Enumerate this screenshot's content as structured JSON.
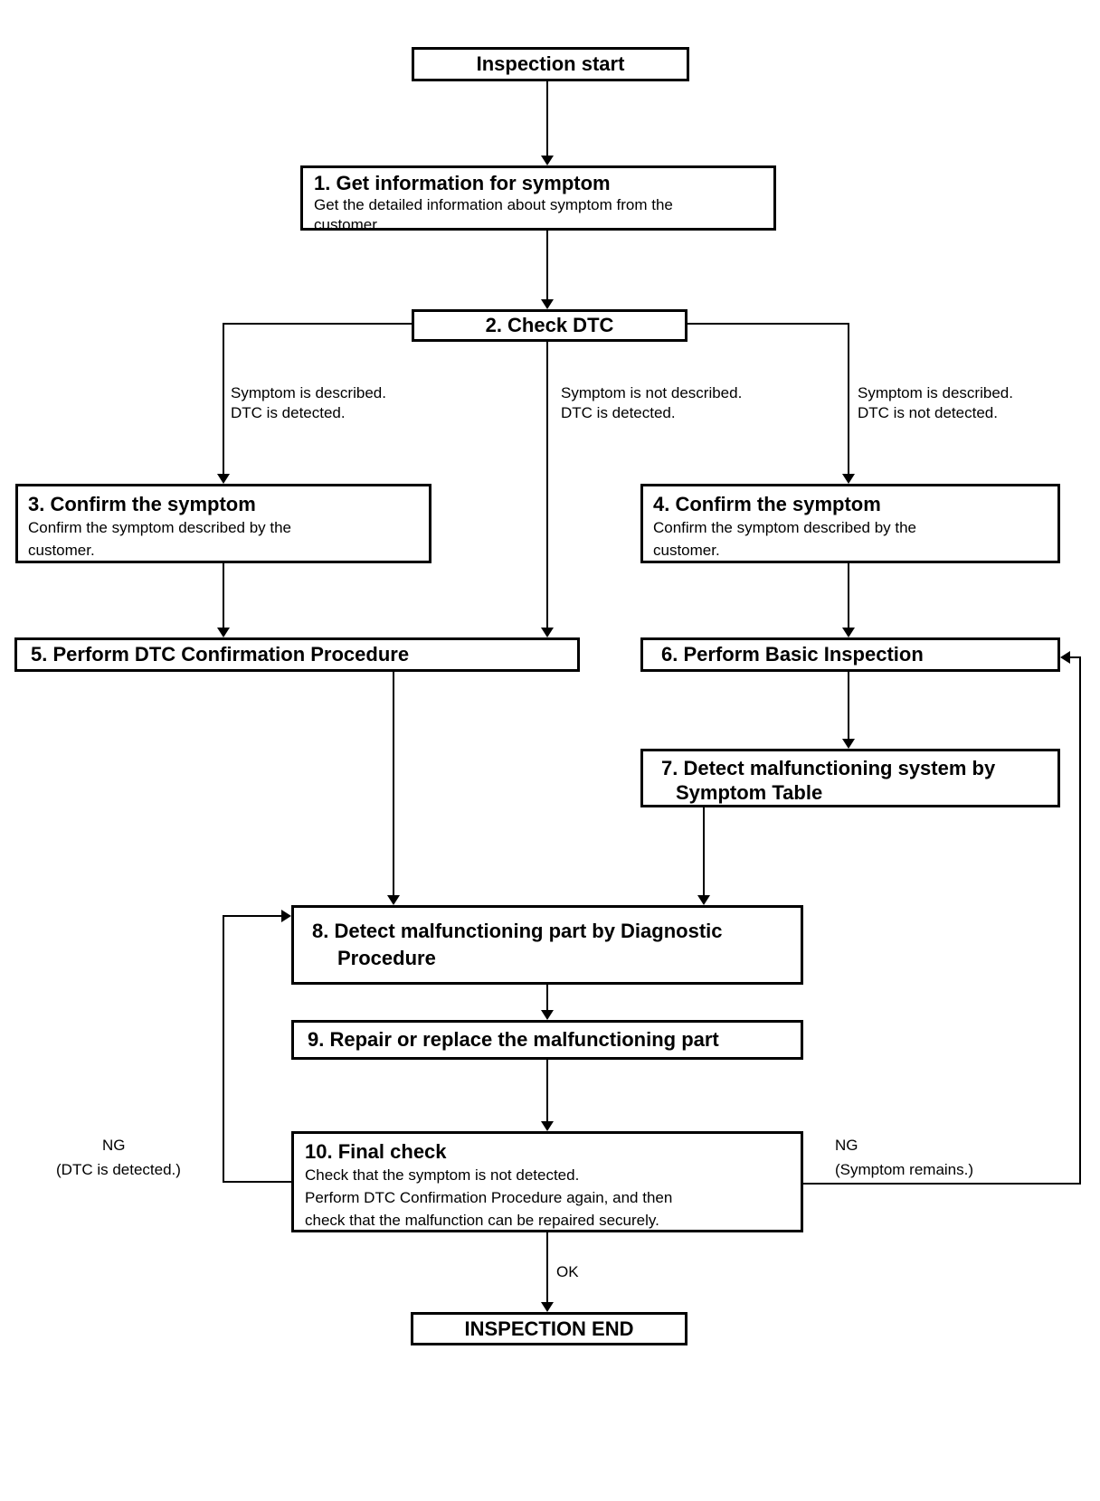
{
  "colors": {
    "ink": "#000000",
    "paper": "#ffffff"
  },
  "diagram": {
    "type": "flowchart",
    "nodes": {
      "start": {
        "label": "Inspection start"
      },
      "s1": {
        "title": "1. Get information for symptom",
        "body_line1": "Get the detailed information about symptom from the",
        "body_line2": "customer."
      },
      "s2": {
        "title": "2. Check DTC"
      },
      "s3": {
        "title": "3. Confirm the symptom",
        "body_line1": "Confirm the symptom described by the",
        "body_line2": "customer."
      },
      "s4": {
        "title": "4. Confirm the symptom",
        "body_line1": "Confirm the symptom described by the",
        "body_line2": "customer."
      },
      "s5": {
        "title": "5. Perform DTC Confirmation Procedure"
      },
      "s6": {
        "title": "6. Perform Basic Inspection"
      },
      "s7": {
        "title_line1": "7. Detect malfunctioning system by",
        "title_line2": "Symptom Table"
      },
      "s8": {
        "title_line1": "8. Detect malfunctioning part by Diagnostic",
        "title_line2": "Procedure"
      },
      "s9": {
        "title": "9. Repair or replace the malfunctioning part"
      },
      "s10": {
        "title": "10. Final check",
        "body_line1": "Check that the symptom is not detected.",
        "body_line2": "Perform DTC Confirmation Procedure again, and then",
        "body_line3": "check that the malfunction can be repaired securely."
      },
      "end": {
        "label": "INSPECTION END"
      }
    },
    "edge_labels": {
      "branch_left": {
        "line1": "Symptom is described.",
        "line2": "DTC is detected."
      },
      "branch_middle": {
        "line1": "Symptom is not described.",
        "line2": "DTC is detected."
      },
      "branch_right": {
        "line1": "Symptom is described.",
        "line2": "DTC is not detected."
      },
      "ok": "OK",
      "ng_left": {
        "line1": "NG",
        "line2": "(DTC is detected.)"
      },
      "ng_right": {
        "line1": "NG",
        "line2": "(Symptom remains.)"
      }
    }
  }
}
